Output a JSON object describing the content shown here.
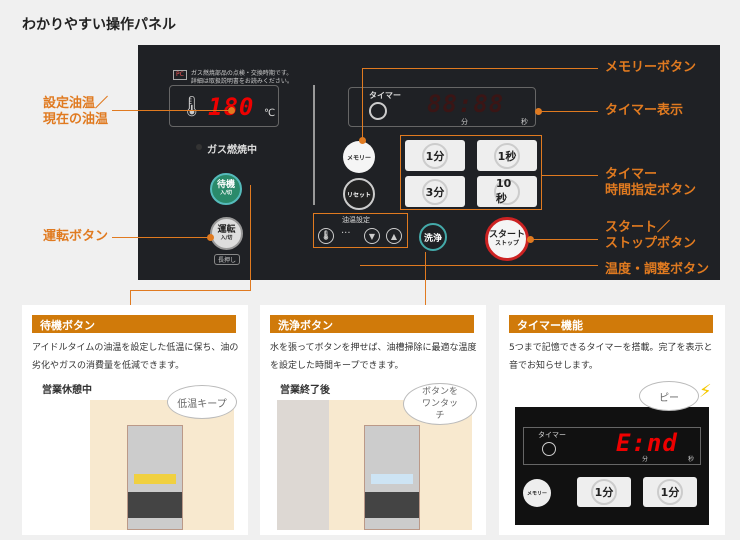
{
  "title": "わかりやすい操作パネル",
  "labels": {
    "temp": "設定油温／",
    "temp2": "現在の油温",
    "run": "運転ボタン",
    "memory": "メモリーボタン",
    "timer_display": "タイマー表示",
    "timer_set": "タイマー",
    "timer_set2": "時間指定ボタン",
    "start": "スタート／",
    "start2": "ストップボタン",
    "adjust": "温度・調整ボタン"
  },
  "panel": {
    "notice1": "ガス燃焼部品の点検・交換時期です。",
    "notice2": "詳細は取扱説明書をお読みください。",
    "pc": "PC",
    "temp": "180",
    "unit": "℃",
    "gas": "ガス燃焼中",
    "standby": "待機",
    "standby_sub": "入/切",
    "run": "運転",
    "run_sub": "入/切",
    "long_press": "長押し",
    "timer_label": "タイマー",
    "timer_digits": "88:88",
    "min": "分",
    "sec": "秒",
    "memory": "メモリー",
    "reset": "リセット",
    "btn_1min": "1分",
    "btn_1sec": "1秒",
    "btn_3min": "3分",
    "btn_10sec": "10秒",
    "oil_setting": "油温設定",
    "wash": "洗浄",
    "start": "スタート",
    "stop": "ストップ"
  },
  "cards": [
    {
      "title": "待機ボタン",
      "text": "アイドルタイムの油温を設定した低温に保ち、油の劣化やガスの消費量を低減できます。",
      "scene": "営業休憩中",
      "bubble": "低温キープ"
    },
    {
      "title": "洗浄ボタン",
      "text": "水を張ってボタンを押せば、油槽掃除に最適な温度を設定した時間キープできます。",
      "scene": "営業終了後",
      "bubble": "ボタンをワンタッチ"
    },
    {
      "title": "タイマー機能",
      "text": "5つまで記憶できるタイマーを搭載。完了を表示と音でお知らせします。",
      "bubble": "ピー",
      "timer_label": "タイマー",
      "display": "E:nd",
      "min": "分",
      "sec": "秒",
      "memory": "メモリー",
      "btn_a": "1分",
      "btn_b": "1分"
    }
  ]
}
